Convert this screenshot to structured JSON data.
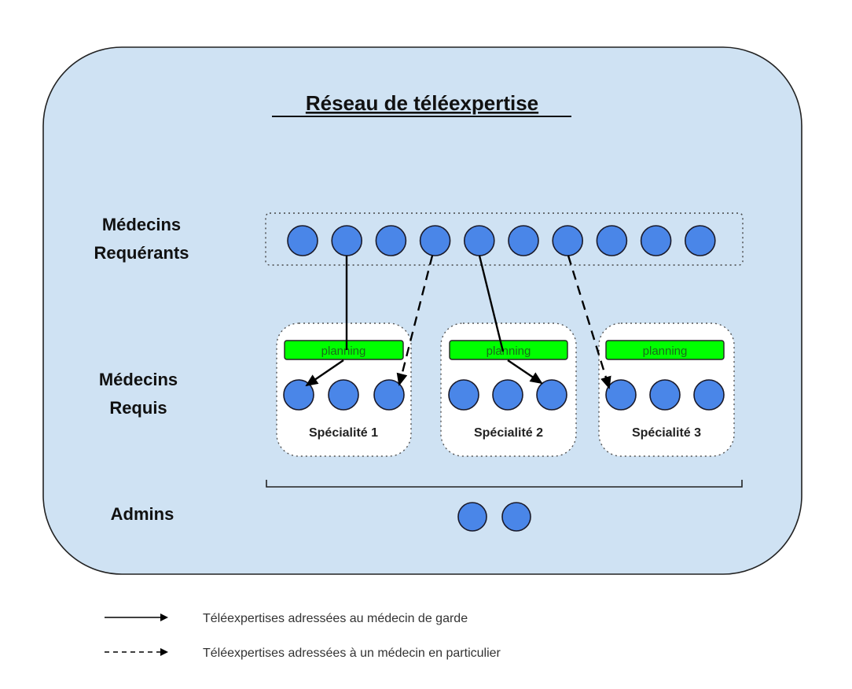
{
  "title": "Réseau de téléexpertise",
  "colors": {
    "network_bg": "#cfe2f3",
    "node_fill": "#4a86e8",
    "planning_fill": "#00ff00",
    "specialty_bg": "#ffffff",
    "line": "#000000"
  },
  "rows": {
    "requerants": {
      "label_line1": "Médecins",
      "label_line2": "Requérants",
      "node_count": 10
    },
    "requis": {
      "label_line1": "Médecins",
      "label_line2": "Requis"
    },
    "admins": {
      "label": "Admins",
      "node_count": 2
    }
  },
  "specialties": [
    {
      "name": "Spécialité 1",
      "planning_label": "planning",
      "node_count": 3
    },
    {
      "name": "Spécialité 2",
      "planning_label": "planning",
      "node_count": 3
    },
    {
      "name": "Spécialité 3",
      "planning_label": "planning",
      "node_count": 3
    }
  ],
  "flows": [
    {
      "from_requerant": 2,
      "to": "planning",
      "specialty": 1,
      "then_to_node": 1,
      "style": "solid"
    },
    {
      "from_requerant": 4,
      "to": "node",
      "specialty": 1,
      "node": 3,
      "style": "dashed"
    },
    {
      "from_requerant": 5,
      "to": "planning",
      "specialty": 2,
      "then_to_node": 3,
      "style": "solid"
    },
    {
      "from_requerant": 7,
      "to": "node",
      "specialty": 3,
      "node": 1,
      "style": "dashed"
    }
  ],
  "legend": [
    {
      "style": "solid",
      "label": "Téléexpertises adressées au médecin de garde"
    },
    {
      "style": "dashed",
      "label": "Téléexpertises adressées à un médecin en particulier"
    }
  ]
}
